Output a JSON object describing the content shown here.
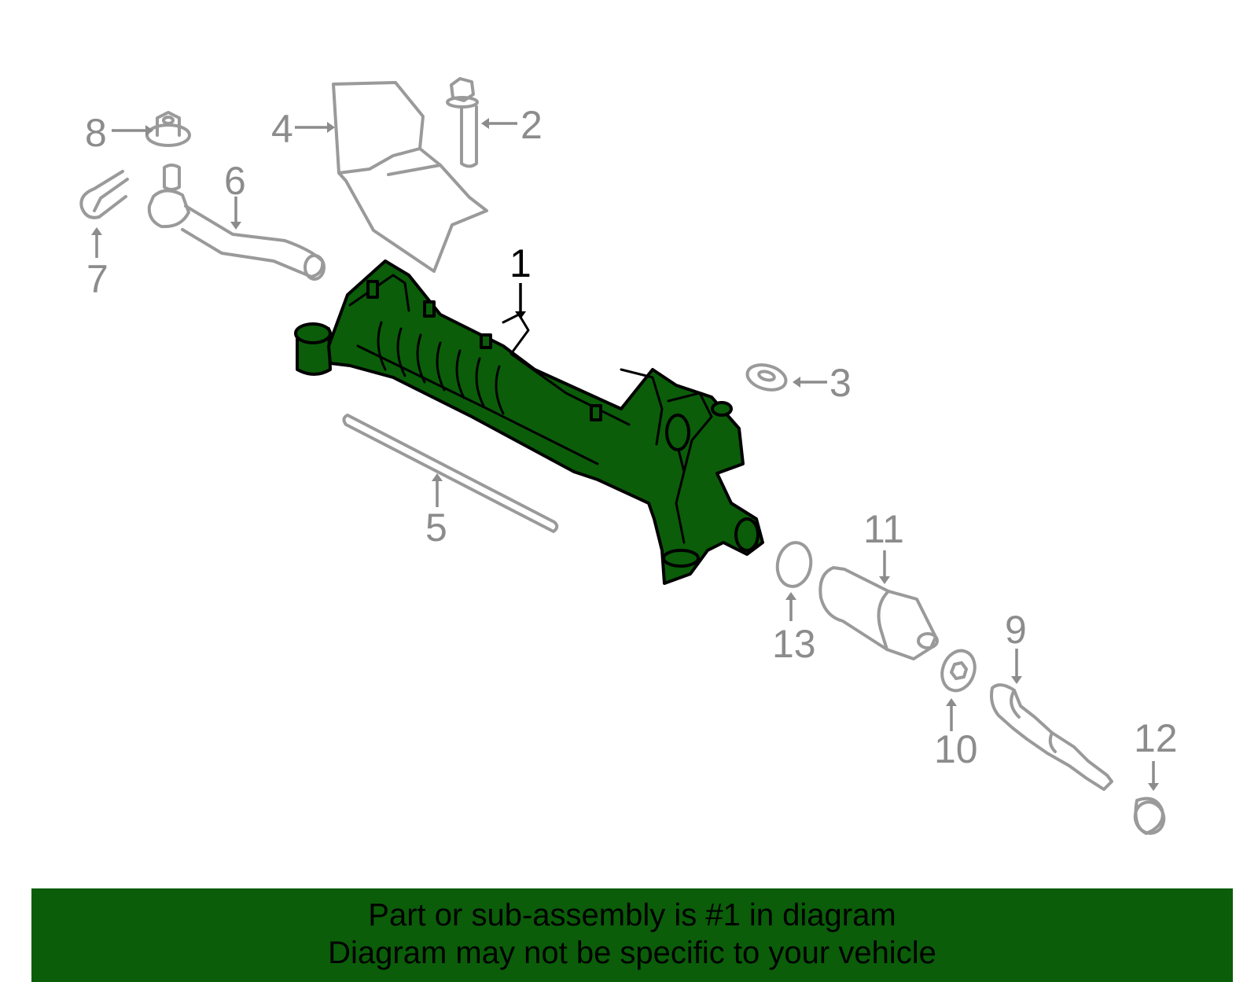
{
  "diagram": {
    "highlight_color": "#0b5d09",
    "ghost_color": "#9a9a9a",
    "callouts": [
      "1",
      "2",
      "3",
      "4",
      "5",
      "6",
      "7",
      "8",
      "9",
      "10",
      "11",
      "12",
      "13"
    ],
    "highlighted_callout": "1"
  },
  "banner": {
    "line1": "Part or sub-assembly is #1 in diagram",
    "line2": "Diagram may not be specific to your vehicle",
    "background": "#0b5d09"
  }
}
